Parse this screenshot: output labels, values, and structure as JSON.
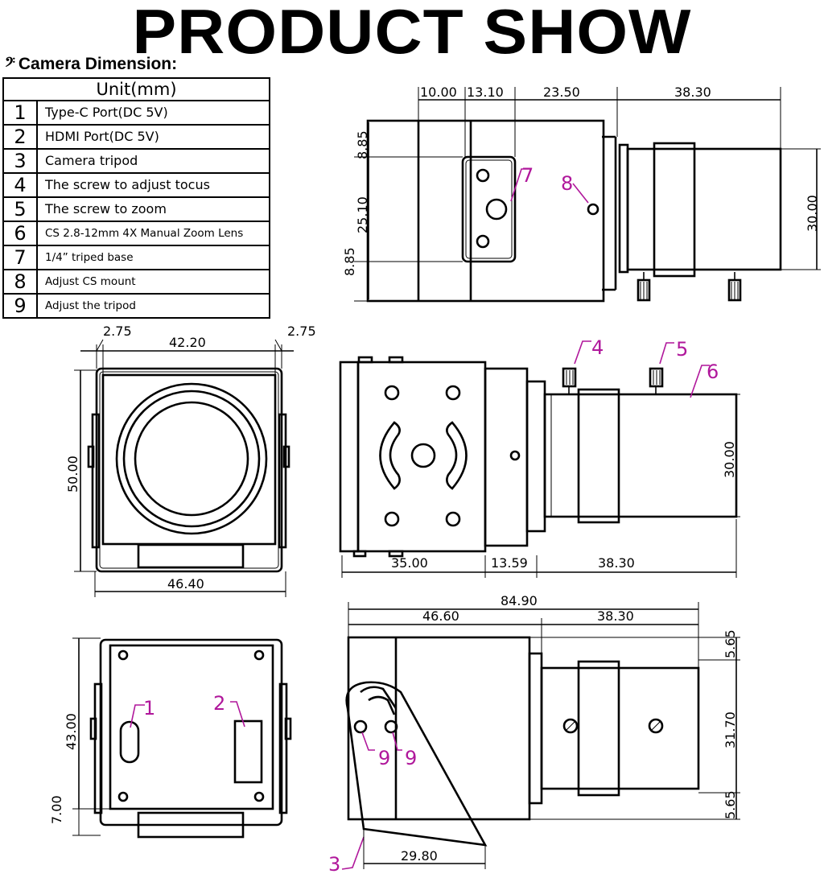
{
  "title": "PRODUCT SHOW",
  "section": {
    "icon": "bass-clef-icon",
    "glyph": "𝄢",
    "heading": "Camera Dimension:"
  },
  "legend": {
    "header": "Unit(mm)",
    "rows": [
      {
        "num": "1",
        "text": "Type-C Port(DC 5V)"
      },
      {
        "num": "2",
        "text": "HDMI Port(DC 5V)"
      },
      {
        "num": "3",
        "text": "Camera tripod"
      },
      {
        "num": "4",
        "text": "The screw to adjust tocus"
      },
      {
        "num": "5",
        "text": "The screw to zoom"
      },
      {
        "num": "6",
        "text": "CS 2.8-12mm 4X Manual Zoom Lens"
      },
      {
        "num": "7",
        "text": "1/4” triped base"
      },
      {
        "num": "8",
        "text": "Adjust CS mount"
      },
      {
        "num": "9",
        "text": "Adjust the tripod"
      }
    ]
  },
  "views": {
    "top": {
      "d1": "10.00",
      "d2": "13.10",
      "d3": "23.50",
      "d4": "38.30",
      "h1": "8.85",
      "h2": "25.10",
      "h3": "8.85",
      "lens_h": "30.00",
      "callout_7": "7",
      "callout_8": "8"
    },
    "front": {
      "left_margin": "2.75",
      "width": "42.20",
      "right_margin": "2.75",
      "height": "50.00",
      "base_width": "46.40"
    },
    "side": {
      "callout_4": "4",
      "callout_5": "5",
      "callout_6": "6",
      "lens_h": "30.00",
      "d1": "35.00",
      "d2": "13.59",
      "d3": "38.30"
    },
    "back": {
      "height": "43.00",
      "bottom": "7.00",
      "callout_1": "1",
      "callout_2": "2"
    },
    "bottom_side": {
      "total": "84.90",
      "body": "46.60",
      "lens": "38.30",
      "top_gap": "5.65",
      "lens_h": "31.70",
      "bottom_gap": "5.65",
      "tripod_w": "29.80",
      "callout_3": "3",
      "callout_9a": "9",
      "callout_9b": "9"
    }
  }
}
